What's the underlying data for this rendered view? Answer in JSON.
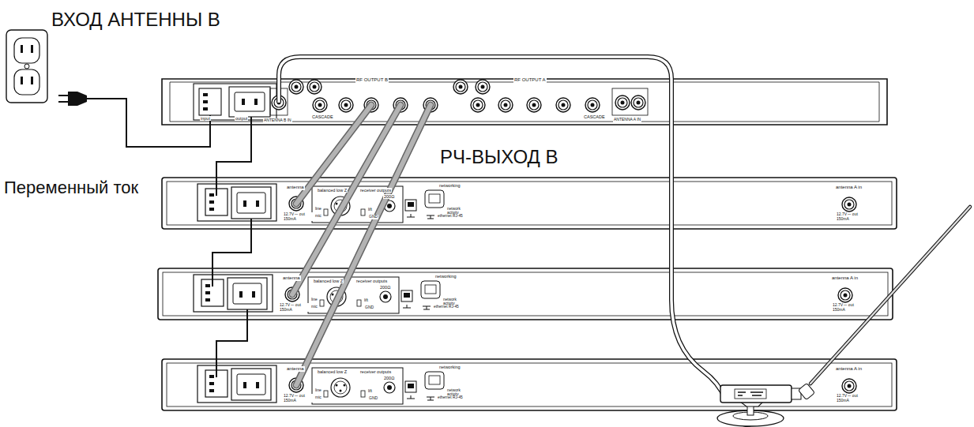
{
  "diagram": {
    "labels": [
      "ВХОД АНТЕННЫ В",
      "РЧ-ВЫХОД В",
      "Переменный ток",
      "input",
      "output",
      "ANTENNA B IN",
      "CASCADE",
      "RF OUTPUT B",
      "RF OUTPUT A",
      "CASCADE",
      "ANTENNA A IN",
      "antenna",
      "12.7V ⎓ out 150mA",
      "balanced low Z",
      "receiver outputs",
      "line",
      "mic",
      "200Ω",
      "lift",
      "GND",
      "network activity",
      "ethernet RJ-45",
      "networking",
      "antenna A in",
      "12.7V ⎓ out 150mA",
      "antenna",
      "12.7V ⎓ out 150mA",
      "balanced low Z",
      "receiver outputs",
      "line",
      "mic",
      "200Ω",
      "lift",
      "GND",
      "network activity",
      "ethernet RJ-45",
      "networking",
      "antenna A in",
      "12.7V ⎓ out 150mA",
      "antenna",
      "12.7V ⎓ out 150mA",
      "balanced low Z",
      "receiver outputs",
      "line",
      "mic",
      "200Ω",
      "lift",
      "GND",
      "network activity",
      "ethernet RJ-45",
      "networking",
      "antenna A in",
      "12.7V ⎓ out 150mA"
    ]
  }
}
